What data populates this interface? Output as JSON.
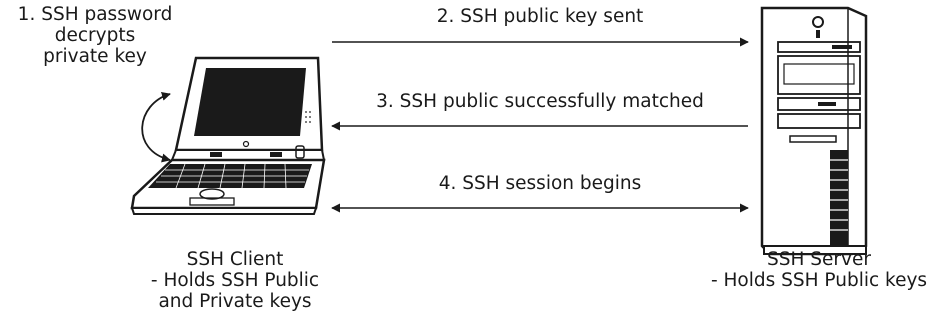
{
  "client": {
    "step1_lines": [
      "1. SSH password",
      "decrypts",
      "private key"
    ],
    "caption_lines": [
      "SSH Client",
      "- Holds SSH Public",
      "and Private keys"
    ]
  },
  "server": {
    "caption_lines": [
      "SSH Server",
      "- Holds SSH Public keys"
    ]
  },
  "steps": {
    "step2": "2. SSH public key sent",
    "step3": "3. SSH public successfully matched",
    "step4": "4. SSH session begins"
  }
}
